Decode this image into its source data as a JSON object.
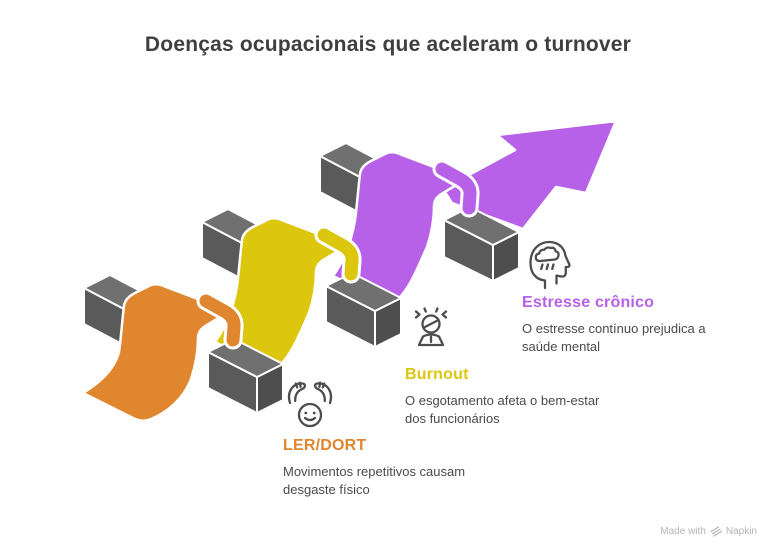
{
  "title": "Doenças ocupacionais que aceleram o turnover",
  "stages": [
    {
      "label": "LER/DORT",
      "description": "Movimentos repetitivos causam\ndesgaste físico",
      "color": "#E0862F",
      "icon": "massage-hands-face-icon"
    },
    {
      "label": "Burnout",
      "description": "O esgotamento afeta o bem-estar\ndos funcionários",
      "color": "#DCC60E",
      "icon": "stressed-person-icon"
    },
    {
      "label": "Estresse crônico",
      "description": "O estresse contínuo prejudica a\nsaúde mental",
      "color": "#B760E8",
      "icon": "head-rain-cloud-icon"
    }
  ],
  "graphic": {
    "arrow_color": "#B760E8",
    "bar_top_color": "#707070",
    "bar_front_color": "#5A5A5A",
    "bar_cap_color": "#4E4E4E",
    "outline_color": "#FFFFFF"
  },
  "watermark": {
    "prefix": "Made with",
    "brand": "Napkin"
  }
}
